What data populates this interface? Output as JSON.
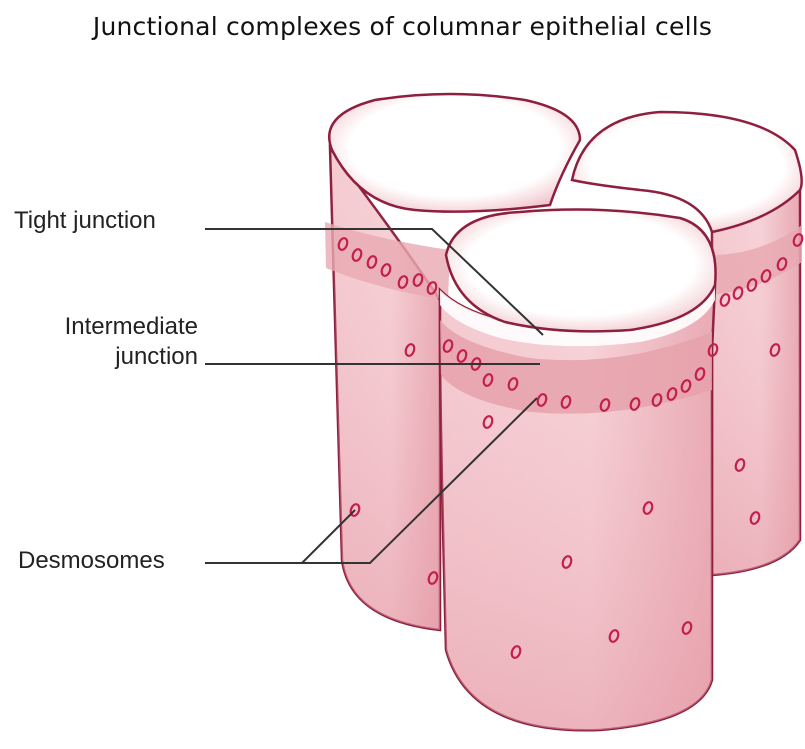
{
  "title": "Junctional complexes of columnar epithelial cells",
  "labels": {
    "tight_junction": "Tight junction",
    "intermediate_junction_line1": "Intermediate",
    "intermediate_junction_line2": "junction",
    "desmosomes": "Desmosomes"
  },
  "colors": {
    "cell_fill": "#f3c2c9",
    "cell_outline": "#8e1f3f",
    "band": "#e4a3ac",
    "desmosome": "#c21f4e",
    "top_surface": "#ffffff",
    "leader_line": "#333333"
  }
}
